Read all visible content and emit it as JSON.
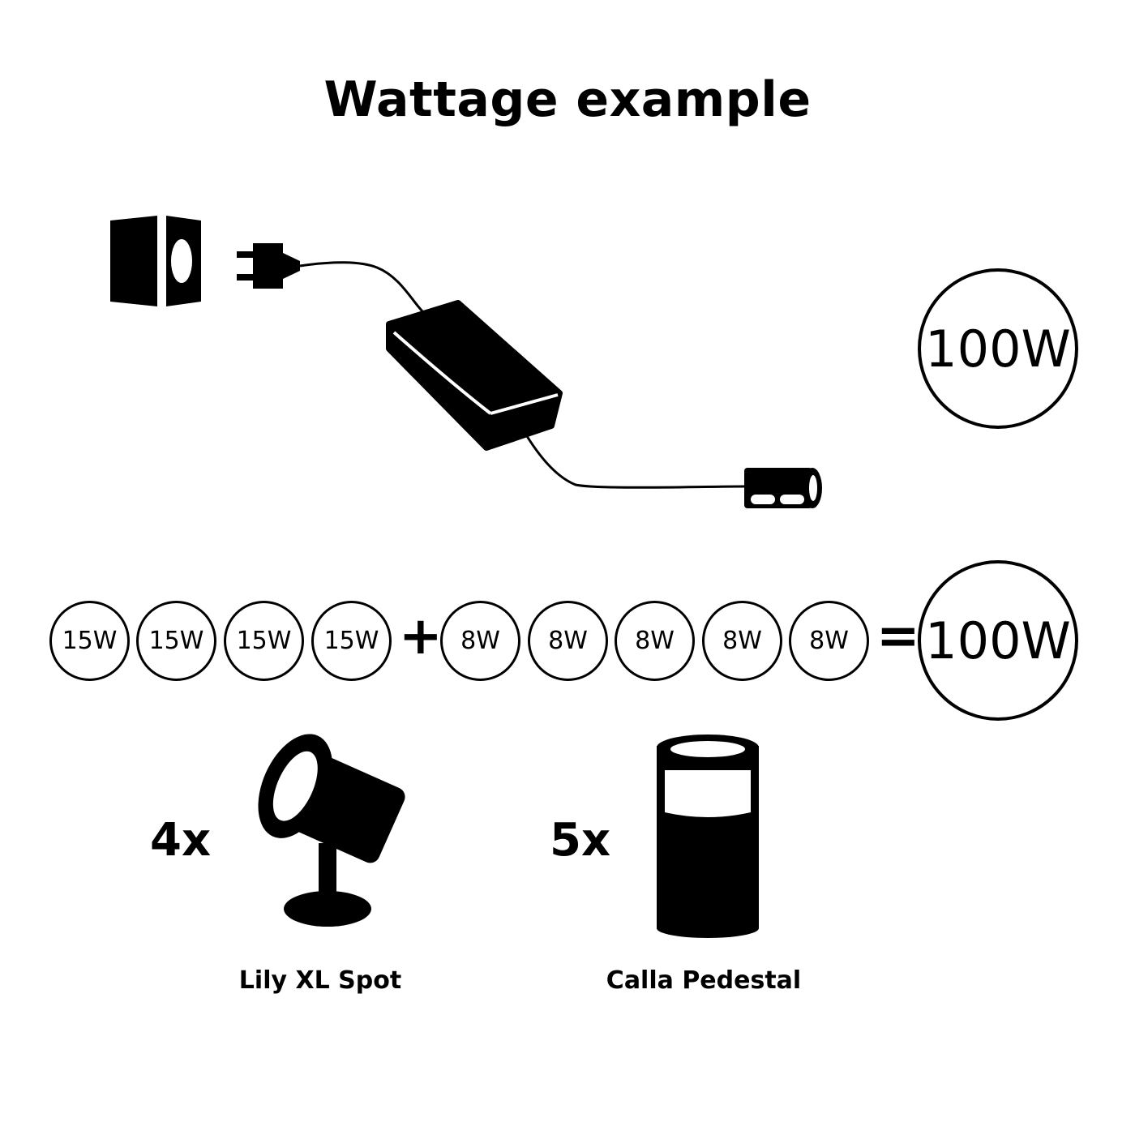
{
  "title": "Wattage example",
  "power_supply": {
    "total_watts": "100W"
  },
  "equation": {
    "group_a": [
      "15W",
      "15W",
      "15W",
      "15W"
    ],
    "plus": "+",
    "group_b": [
      "8W",
      "8W",
      "8W",
      "8W",
      "8W"
    ],
    "equals": "=",
    "total": "100W"
  },
  "products": [
    {
      "count": "4x",
      "name": "Lily XL Spot",
      "icon": "spotlight-icon"
    },
    {
      "count": "5x",
      "name": "Calla Pedestal",
      "icon": "pedestal-light-icon"
    }
  ]
}
